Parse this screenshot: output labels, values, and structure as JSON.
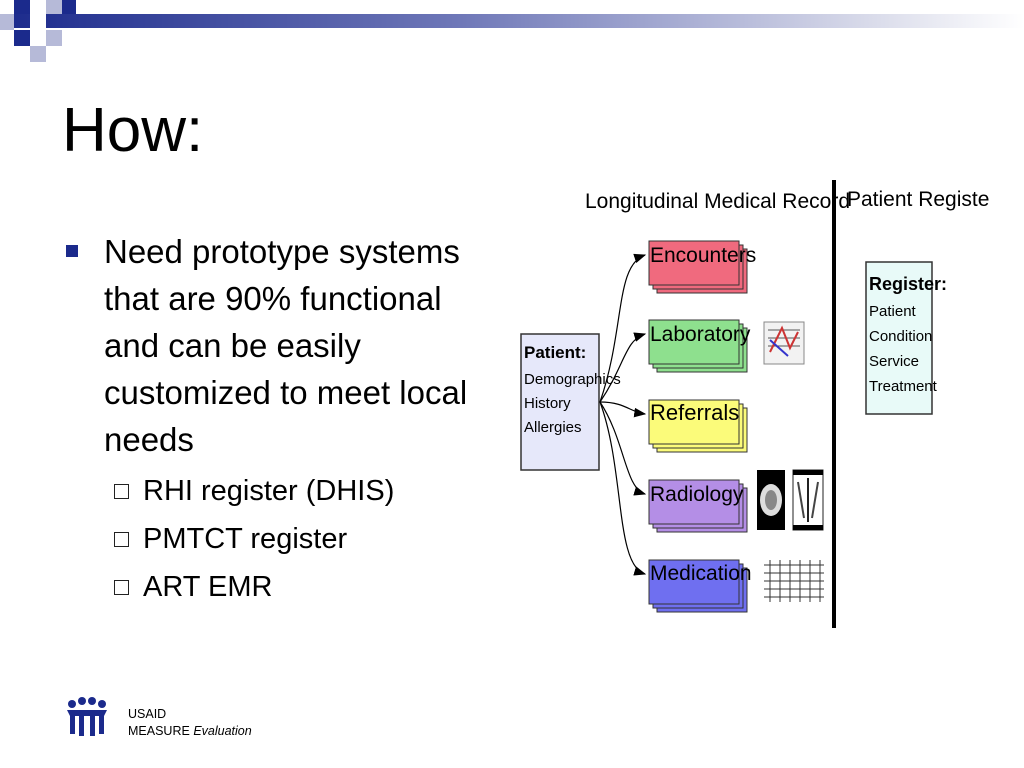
{
  "title": "How:",
  "bullet": {
    "text": "Need prototype systems that are 90% functional and can be easily customized to meet local needs",
    "sub_items": [
      "RHI register  (DHIS)",
      "PMTCT register",
      "ART EMR"
    ]
  },
  "diagram": {
    "left_header": "Longitudinal Medical Record",
    "right_header": "Patient Register",
    "patient_box": {
      "title": "Patient:",
      "lines": [
        "Demographics",
        "History",
        "Allergies"
      ]
    },
    "modules": [
      {
        "label": "Encounters",
        "color": "#f06a7e"
      },
      {
        "label": "Laboratory",
        "color": "#8ee08e"
      },
      {
        "label": "Referrals",
        "color": "#fbfb7a"
      },
      {
        "label": "Radiology",
        "color": "#b48ee6"
      },
      {
        "label": "Medication",
        "color": "#6f6ff0"
      }
    ],
    "register_box": {
      "title": "Register:",
      "lines": [
        "Patient",
        "Condition",
        "Service",
        "Treatment"
      ]
    }
  },
  "footer": {
    "line1": "USAID",
    "line2_a": "MEASURE",
    "line2_b": "Evaluation"
  },
  "colors": {
    "accent": "#1b2a8c",
    "patient_box": "#e6e8fa",
    "register_box": "#e8faf8"
  }
}
